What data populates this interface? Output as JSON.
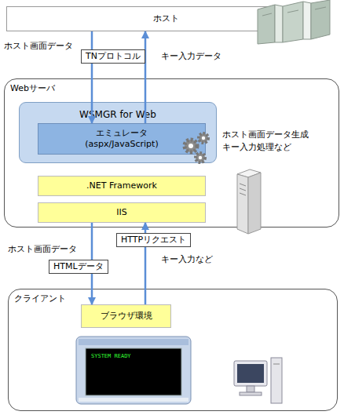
{
  "diagram": {
    "nodes": [
      {
        "text": [
          "ホスト"
        ]
      },
      {
        "text": [
          "Webサーバ"
        ]
      },
      {
        "text": [
          "WSMGR for Web"
        ],
        "in": 1
      },
      {
        "text": [
          "エミュレータ",
          "(aspx/JavaScript)"
        ],
        "in": 2
      },
      {
        "text": [
          ".NET Framework"
        ],
        "in": 1
      },
      {
        "text": [
          "IIS"
        ],
        "in": 1
      },
      {
        "text": [
          "クライアント"
        ]
      },
      {
        "text": [
          "ブラウザ環境"
        ],
        "in": 6
      }
    ],
    "edges": [
      {
        "from": 0,
        "to": 3,
        "label": "TNプロトコル",
        "arrow": "to"
      },
      {
        "from": 3,
        "to": 0,
        "label": "キー入力データ",
        "arrow": "to"
      },
      {
        "from": 5,
        "to": 7,
        "label": "HTMLデータ",
        "arrow": "to"
      },
      {
        "from": 7,
        "to": 5,
        "label": "HTTPリクエスト",
        "arrow": "to"
      }
    ],
    "labels": [
      "ホスト画面データ",
      "ホスト画面データ生成",
      "キー入力処理など",
      "ホスト画面データ",
      "キー入力など",
      "SYSTEM READY"
    ]
  }
}
